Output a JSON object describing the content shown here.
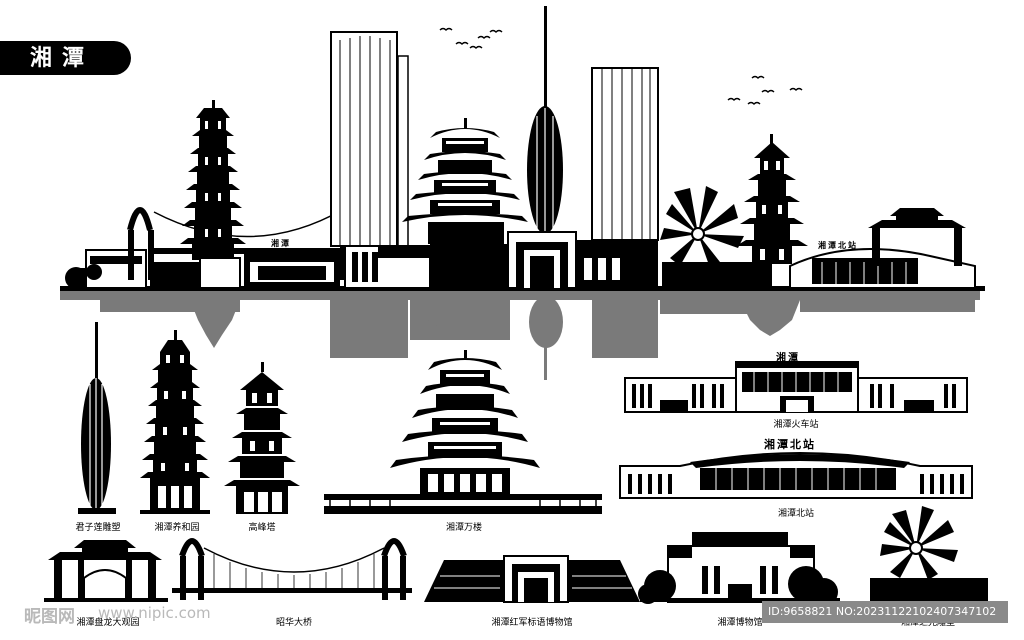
{
  "title": "湘潭",
  "colors": {
    "ink": "#000000",
    "reflection": "#7a7a7a",
    "paper": "#ffffff"
  },
  "skyline_signs": {
    "station_sign": "湘潭北站",
    "arch_sign": "湘潭"
  },
  "landmarks": [
    {
      "label": "君子莲雕塑"
    },
    {
      "label": "湘潭养和园"
    },
    {
      "label": "高峰塔"
    },
    {
      "label": "湘潭万楼"
    },
    {
      "label": "湘潭火车站",
      "sign": "湘潭"
    },
    {
      "label": "湘潭北站",
      "sign": "湘潭北站"
    },
    {
      "label": "湘潭盘龙大观园"
    },
    {
      "label": "昭华大桥"
    },
    {
      "label": "湘潭红军标语博物馆"
    },
    {
      "label": "湘潭博物馆"
    },
    {
      "label": "湘潭之光雕塑"
    }
  ],
  "watermark": {
    "logo": "昵图网",
    "url": "www.nipic.com",
    "id": "ID:9658821 NO:20231122102407347102"
  }
}
